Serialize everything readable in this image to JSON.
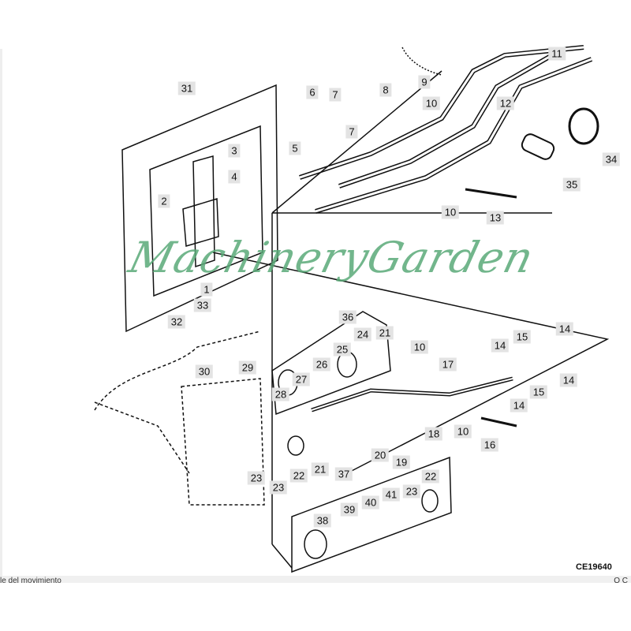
{
  "diagram": {
    "watermark": "MachineryGarden",
    "code": "CE19640",
    "labels": [
      "31",
      "6",
      "7",
      "8",
      "9",
      "10",
      "11",
      "12",
      "34",
      "35",
      "5",
      "7",
      "3",
      "4",
      "2",
      "10",
      "13",
      "1",
      "33",
      "32",
      "36",
      "15",
      "14",
      "14",
      "21",
      "24",
      "25",
      "26",
      "27",
      "28",
      "10",
      "17",
      "15",
      "14",
      "14",
      "30",
      "29",
      "10",
      "16",
      "18",
      "20",
      "19",
      "23",
      "23",
      "22",
      "21",
      "37",
      "22",
      "23",
      "41",
      "40",
      "39",
      "38"
    ]
  },
  "status_bar": {
    "caption": "le del movimiento",
    "controls": "Q  C"
  }
}
